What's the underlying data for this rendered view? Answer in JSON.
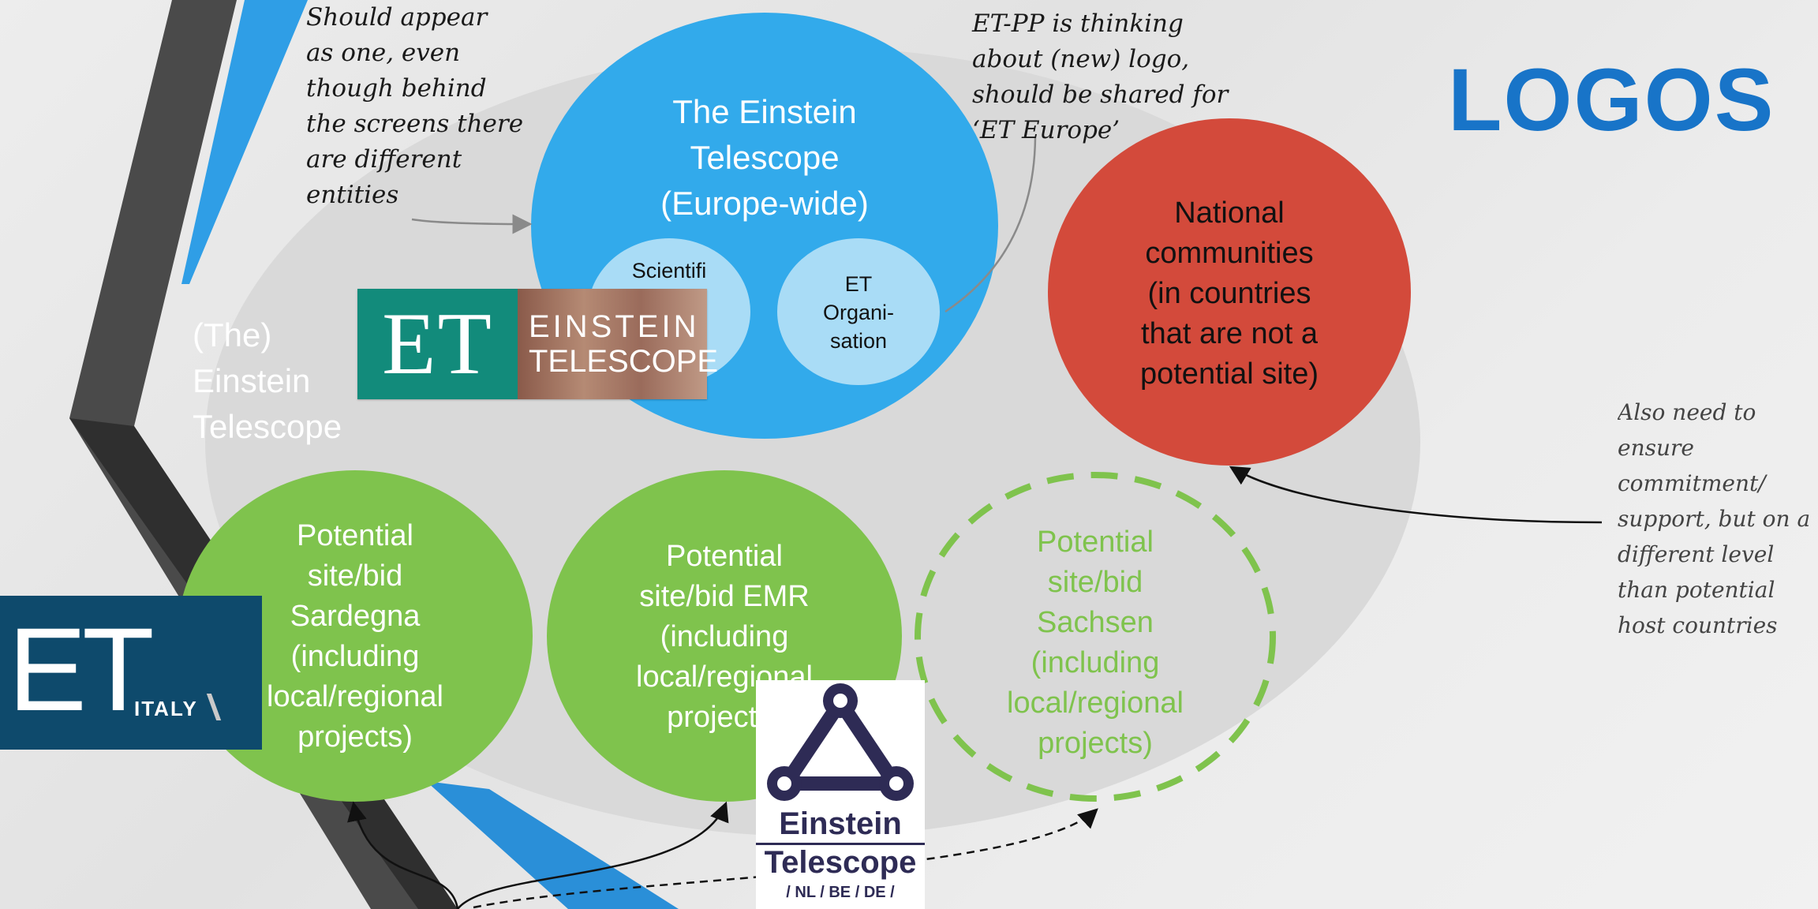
{
  "slide": {
    "title": "LOGOS",
    "region_label": [
      "(The)",
      "Einstein",
      "Telescope"
    ]
  },
  "notes": {
    "appear_as_one": [
      "Should appear",
      "as one, even",
      "though behind",
      "the screens there",
      "are different",
      "entities"
    ],
    "et_pp_logo": [
      "ET-PP is thinking",
      "about (new) logo,",
      "should be shared for",
      "‘ET Europe’"
    ],
    "commitment": [
      "Also need to",
      "ensure",
      "commitment/",
      "support, but on a",
      "different level",
      "than potential",
      "host countries"
    ]
  },
  "circles": {
    "europe": [
      "The Einstein",
      "Telescope",
      "(Europe-wide)"
    ],
    "scientific": "Scientifi",
    "organisation": [
      "ET",
      "Organi-",
      "sation"
    ],
    "national": [
      "National",
      "communities",
      "(in countries",
      "that are not a",
      "potential site)"
    ],
    "sardegna": [
      "Potential",
      "site/bid",
      "Sardegna",
      "(including",
      "local/regional",
      "projects)"
    ],
    "emr": [
      "Potential",
      "site/bid EMR",
      "(including",
      "local/regional",
      "projects)"
    ],
    "sachsen": [
      "Potential",
      "site/bid",
      "Sachsen",
      "(including",
      "local/regional",
      "projects)"
    ]
  },
  "logos": {
    "et_einstein": {
      "mark": "ET",
      "line1": "EINSTEIN",
      "line2": "TELESCOPE"
    },
    "et_italy": {
      "mark": "ET",
      "sub": "ITALY"
    },
    "et_nl_be_de": {
      "line1": "Einstein",
      "line2": "Telescope",
      "line3": "/ NL / BE / DE /"
    }
  },
  "colors": {
    "blue": "#32aaeb",
    "light_blue": "#a9dcf6",
    "red": "#d34a3b",
    "green": "#7fc34d",
    "title_blue": "#1874c8",
    "ellipse_gray": "#d9d9d9"
  }
}
